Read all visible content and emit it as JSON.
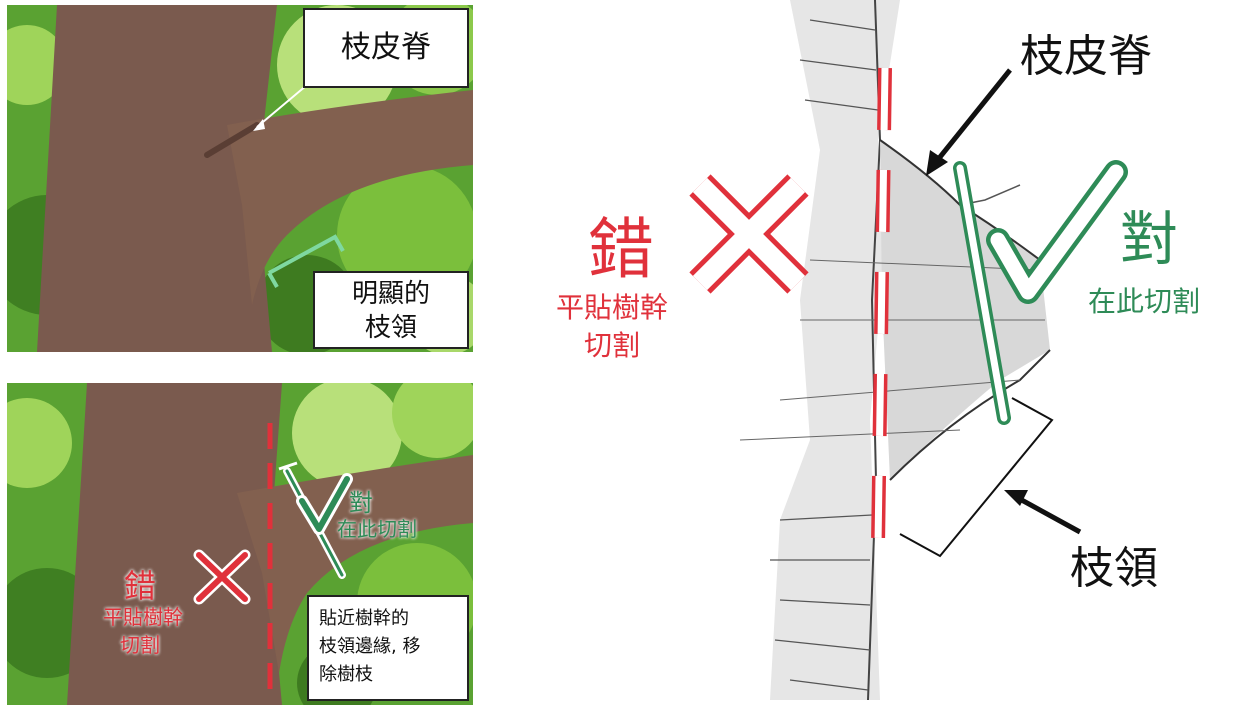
{
  "top_panel": {
    "label_ridge": "枝皮脊",
    "label_collar_line1": "明顯的",
    "label_collar_line2": "枝領"
  },
  "bottom_panel": {
    "wrong_title": "錯",
    "wrong_line1": "平貼樹幹",
    "wrong_line2": "切割",
    "right_title": "對",
    "right_desc": "在此切割",
    "note_line1": "貼近樹幹的",
    "note_line2": "枝領邊緣, 移",
    "note_line3": "除樹枝"
  },
  "diagram": {
    "label_ridge": "枝皮脊",
    "wrong_title": "錯",
    "wrong_line1": "平貼樹幹",
    "wrong_line2": "切割",
    "right_title": "對",
    "right_desc": "在此切割",
    "label_collar": "枝領"
  },
  "colors": {
    "wrong": "#e0313b",
    "right": "#2e8b57",
    "bark": "#7a5a4e",
    "foliage": "#4f9a2e"
  }
}
